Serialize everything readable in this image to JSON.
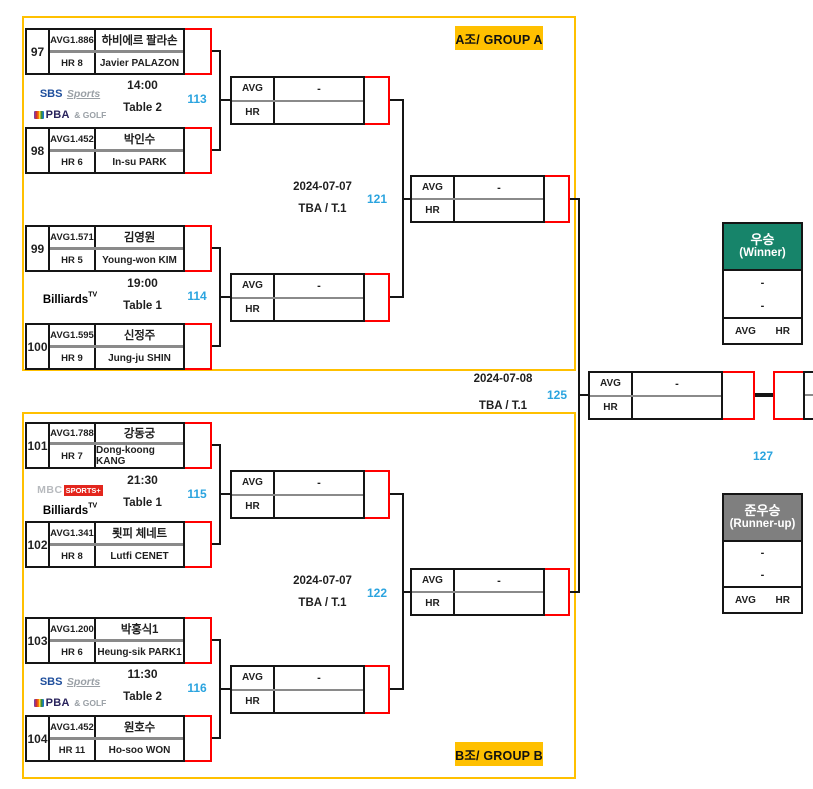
{
  "score_box": {
    "avg": "AVG",
    "hr": "HR",
    "dash": "-"
  },
  "groups": [
    {
      "label": "A조/ GROUP A",
      "matches": [
        {
          "no": "97",
          "avg": "AVG1.886",
          "hr": "HR 8",
          "name_kr": "하비에르 팔라손",
          "name_en": "Javier PALAZON"
        },
        {
          "no": "98",
          "avg": "AVG1.452",
          "hr": "HR 6",
          "name_kr": "박인수",
          "name_en": "In-su PARK"
        },
        {
          "no": "99",
          "avg": "AVG1.571",
          "hr": "HR 5",
          "name_kr": "김영원",
          "name_en": "Young-won KIM"
        },
        {
          "no": "100",
          "avg": "AVG1.595",
          "hr": "HR 9",
          "name_kr": "신정주",
          "name_en": "Jung-ju SHIN"
        }
      ],
      "schedules": [
        {
          "no": "113",
          "time": "14:00",
          "table": "Table 2"
        },
        {
          "no": "114",
          "time": "19:00",
          "table": "Table 1"
        }
      ],
      "round2": {
        "no": "121",
        "date": "2024-07-07",
        "venue": "TBA / T.1"
      }
    },
    {
      "label": "B조/ GROUP B",
      "matches": [
        {
          "no": "101",
          "avg": "AVG1.788",
          "hr": "HR 7",
          "name_kr": "강동궁",
          "name_en": "Dong-koong KANG"
        },
        {
          "no": "102",
          "avg": "AVG1.341",
          "hr": "HR 8",
          "name_kr": "룃피 체네트",
          "name_en": "Lutfi CENET"
        },
        {
          "no": "103",
          "avg": "AVG1.200",
          "hr": "HR 6",
          "name_kr": "박홍식1",
          "name_en": "Heung-sik PARK1"
        },
        {
          "no": "104",
          "avg": "AVG1.452",
          "hr": "HR 11",
          "name_kr": "원호수",
          "name_en": "Ho-soo WON"
        }
      ],
      "schedules": [
        {
          "no": "115",
          "time": "21:30",
          "table": "Table 1"
        },
        {
          "no": "116",
          "time": "11:30",
          "table": "Table 2"
        }
      ],
      "round2": {
        "no": "122",
        "date": "2024-07-07",
        "venue": "TBA / T.1"
      }
    }
  ],
  "final": {
    "no": "125",
    "date": "2024-07-08",
    "venue": "TBA / T.1",
    "next_no": "127"
  },
  "winner": {
    "title": "우승",
    "subtitle": "(Winner)",
    "slot1": "-",
    "slot2": "-",
    "avg": "AVG",
    "hr": "HR"
  },
  "runner_up": {
    "title": "준우승",
    "subtitle": "(Runner-up)",
    "slot1": "-",
    "slot2": "-",
    "avg": "AVG",
    "hr": "HR"
  },
  "logos": {
    "sbs": {
      "main": "SBS",
      "sub": "Sports",
      "pba": "PBA",
      "golf": "& GOLF"
    },
    "mbc": {
      "main": "MBC",
      "sub": "SPORTS+"
    },
    "btv": {
      "main": "Billiards",
      "sup": "TV"
    }
  },
  "colors": {
    "accent_yellow": "#FFC000",
    "accent_red": "#FF0000",
    "accent_blue": "#2BA4DF",
    "winner_green": "#17846A",
    "runnerup_gray": "#7F7F7F"
  }
}
